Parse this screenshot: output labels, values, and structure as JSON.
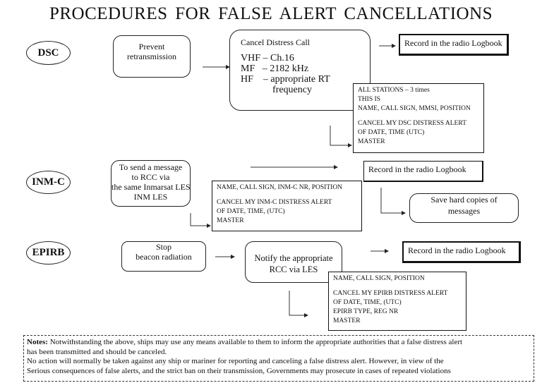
{
  "title": "PROCEDURES   FOR  FALSE ALERT CANCELLATIONS",
  "dsc": {
    "label": "DSC",
    "step1": [
      "Prevent",
      "retransmission"
    ],
    "cancel": {
      "heading": "Cancel Distress Call",
      "lines": [
        "VHF – Ch.16",
        "MF   – 2182 kHz",
        "HF    – appropriate RT",
        "frequency"
      ]
    },
    "record": "Record in the radio Logbook",
    "message": [
      "ALL STATIONS – 3 times",
      "THIS IS",
      "NAME, CALL SIGN, MMSI, POSITION",
      "",
      "CANCEL MY DSC DISTRESS ALERT",
      "OF DATE, TIME (UTC)",
      "MASTER"
    ]
  },
  "inmc": {
    "label": "INM-C",
    "step1": [
      "To send a message",
      "to RCC via",
      "the same Inmarsat  LES",
      "INM LES"
    ],
    "record": "Record in the radio Logbook",
    "message": [
      "NAME, CALL SIGN, INM-C NR, POSITION",
      "",
      "CANCEL MY INM-C DISTRESS ALERT",
      "OF DATE, TIME, (UTC)",
      "MASTER"
    ],
    "save": [
      "Save hard copies of",
      "messages"
    ]
  },
  "epirb": {
    "label": "EPIRB",
    "step1": [
      "Stop",
      "beacon radiation"
    ],
    "notify": [
      "Notify the appropriate",
      "RCC via LES"
    ],
    "record": "Record in the radio Logbook",
    "message": [
      "NAME, CALL SIGN, POSITION",
      "",
      "CANCEL MY EPIRB DISTRESS ALERT",
      "OF DATE, TIME, (UTC)",
      "EPIRB TYPE, REG NR",
      "MASTER"
    ]
  },
  "notes": {
    "label": "Notes:",
    "lines": [
      " Notwithstanding the above, ships may use any means available to them to inform the appropriate authorities that a false distress alert",
      "has  been  transmitted and should be canceled.",
      "No action will normally be taken against any ship or mariner for reporting and canceling a false distress alert. However, in view of the",
      "Serious consequences  of  false  alerts, and  the strict ban on their transmission, Governments may prosecute  in cases of repeated violations"
    ]
  }
}
